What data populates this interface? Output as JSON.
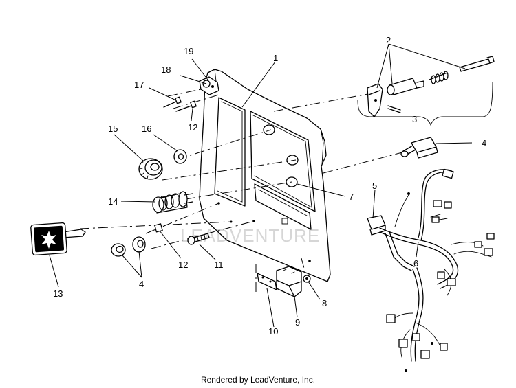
{
  "diagram": {
    "callouts": [
      "1",
      "2",
      "3",
      "4",
      "4",
      "5",
      "6",
      "7",
      "8",
      "9",
      "10",
      "11",
      "12",
      "12",
      "13",
      "14",
      "15",
      "16",
      "17",
      "18",
      "19"
    ],
    "watermark": "LEADVENTURE",
    "footer": "Rendered by LeadVenture, Inc."
  }
}
